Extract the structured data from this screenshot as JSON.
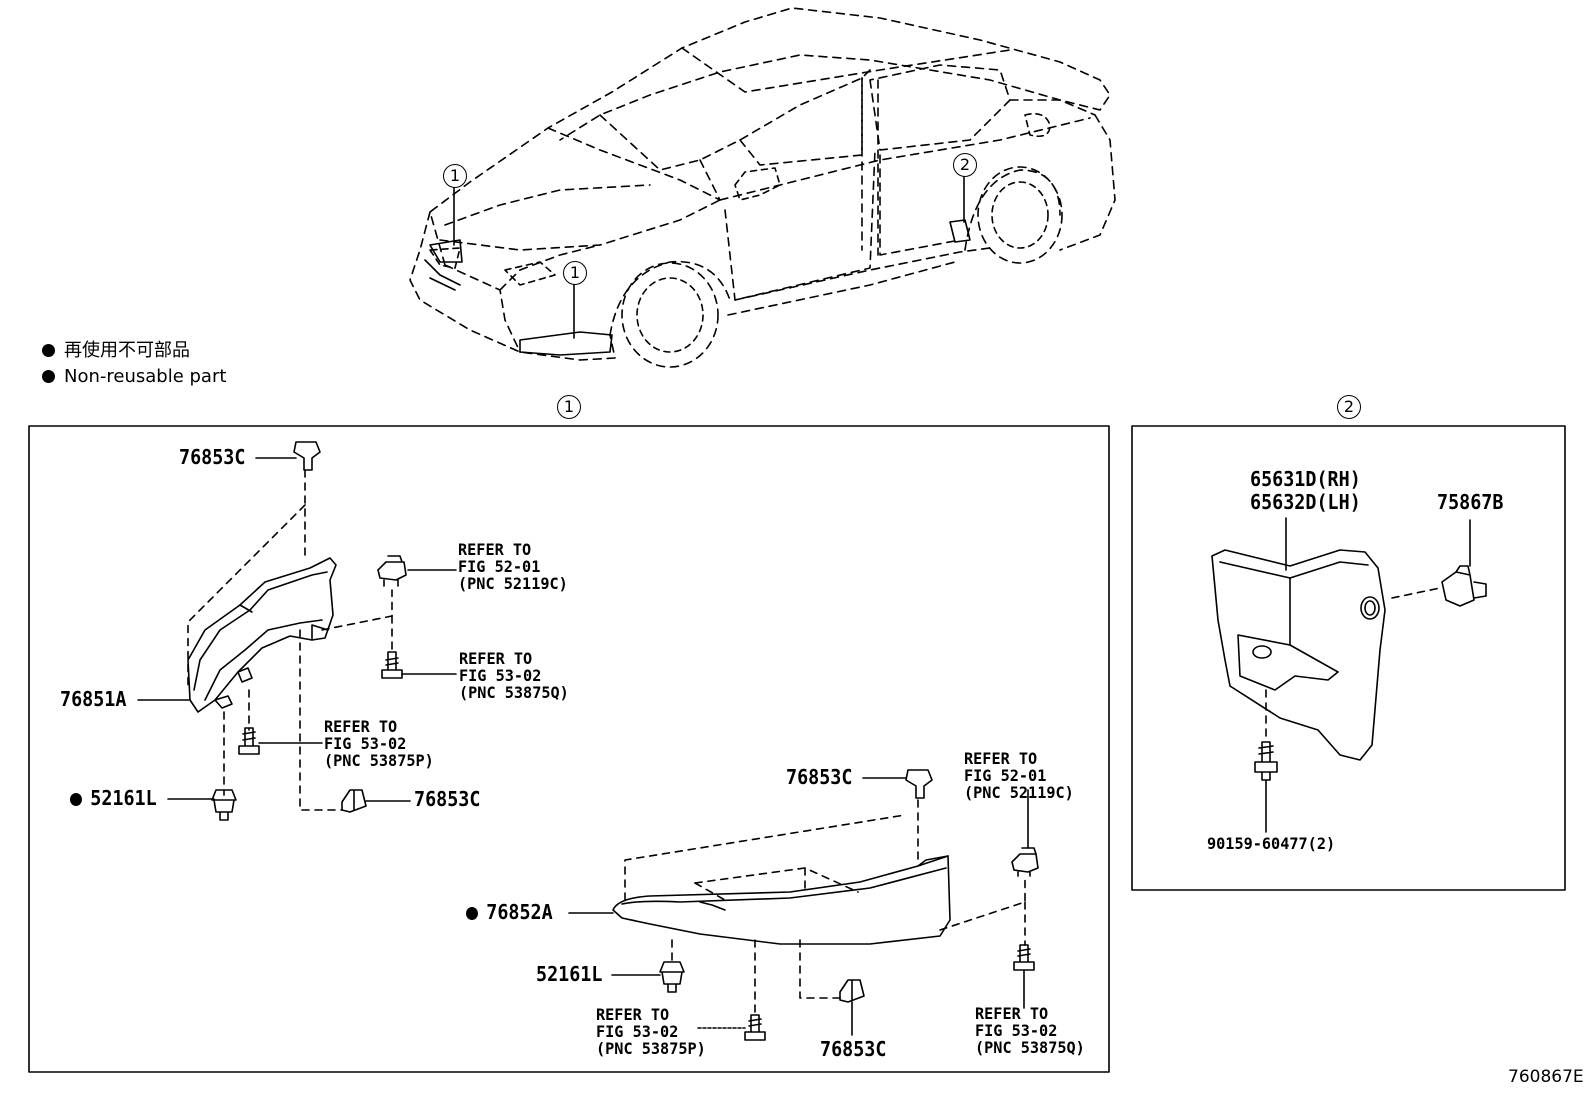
{
  "legend": {
    "line_jp": "再使用不可部品",
    "line_en": "Non-reusable part"
  },
  "callouts": {
    "one": "1",
    "two": "2"
  },
  "panel1": {
    "title_num": "1",
    "parts": {
      "p76853C_top": "76853C",
      "p76851A": "76851A",
      "p52161L_left": "52161L",
      "p76853C_mid": "76853C",
      "p76853C_right": "76853C",
      "p76852A": "76852A",
      "p52161L_bottom": "52161L",
      "p76853C_bottom": "76853C"
    },
    "refs": {
      "r1": [
        "REFER TO",
        "FIG 52-01",
        "(PNC 52119C)"
      ],
      "r2": [
        "REFER TO",
        "FIG 53-02",
        "(PNC 53875Q)"
      ],
      "r3": [
        "REFER TO",
        "FIG 53-02",
        "(PNC 53875P)"
      ],
      "r4": [
        "REFER TO",
        "FIG 52-01",
        "(PNC 52119C)"
      ],
      "r5": [
        "REFER TO",
        "FIG 53-02",
        "(PNC 53875P)"
      ],
      "r6": [
        "REFER TO",
        "FIG 53-02",
        "(PNC 53875Q)"
      ]
    }
  },
  "panel2": {
    "title_num": "2",
    "parts": {
      "p65631D": "65631D(RH)",
      "p65632D": "65632D(LH)",
      "p75867B": "75867B",
      "p90159": "90159-60477(2)"
    }
  },
  "drawing_number": "760867E"
}
